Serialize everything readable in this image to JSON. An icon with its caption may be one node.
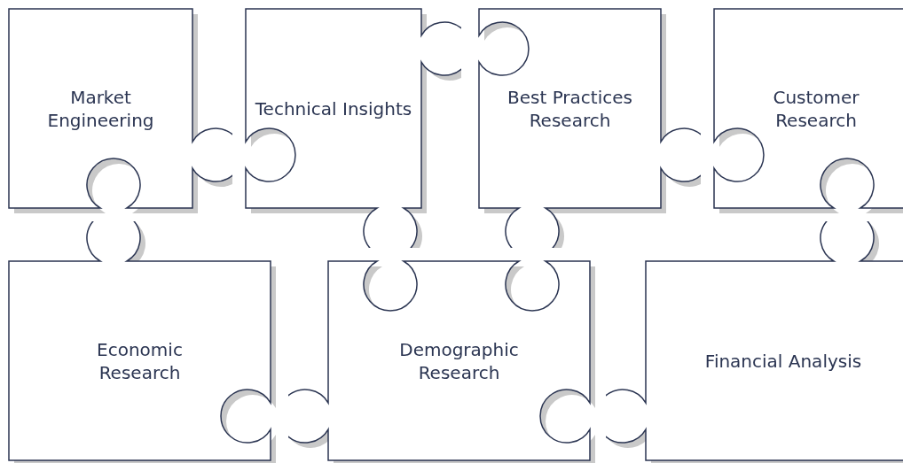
{
  "diagram": {
    "nodes": [
      {
        "text": [
          "Market Engineering"
        ]
      },
      {
        "text": [
          "Technical Insights"
        ]
      },
      {
        "text": [
          "Best Practices Research"
        ]
      },
      {
        "text": [
          "Customer Research"
        ]
      },
      {
        "text": [
          "Economic Research"
        ]
      },
      {
        "text": [
          "Demographic Research"
        ]
      },
      {
        "text": [
          "Financial Analysis"
        ]
      }
    ]
  }
}
